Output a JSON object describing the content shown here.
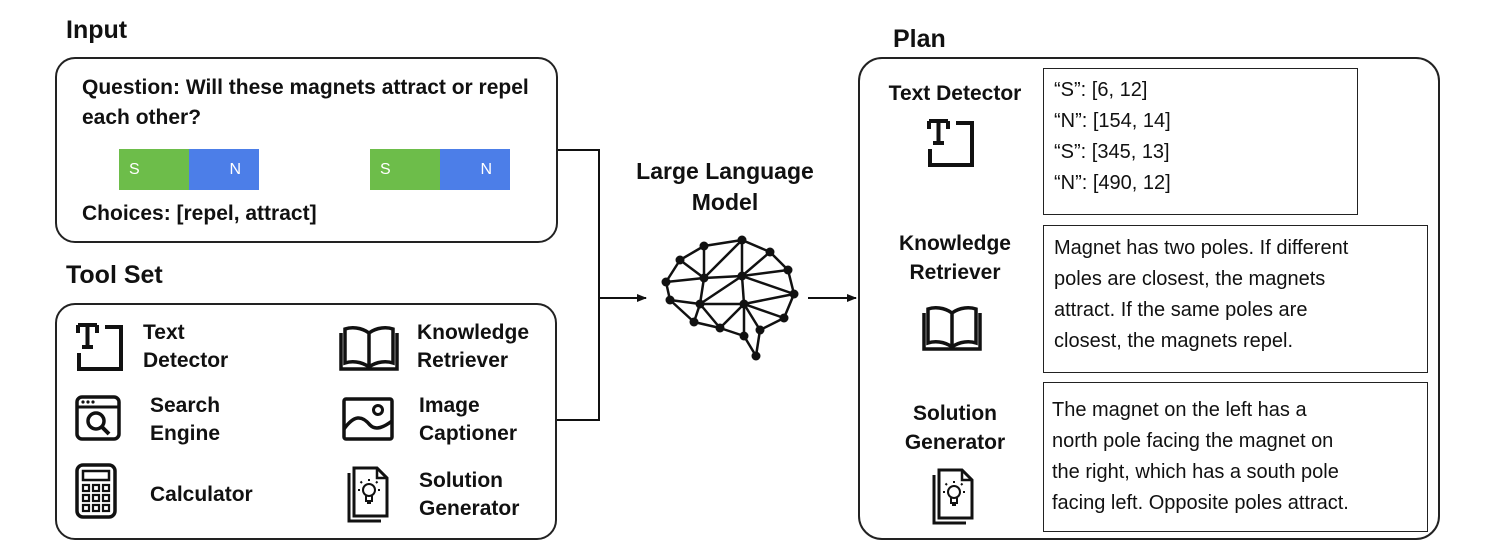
{
  "input": {
    "heading": "Input",
    "question": "Question: Will these magnets attract or repel each other?",
    "magnets": [
      {
        "left": "S",
        "right": "N"
      },
      {
        "left": "S",
        "right": "N"
      }
    ],
    "choices": "Choices: [repel, attract]",
    "colors": {
      "south": "#6dbd4a",
      "north": "#4c7ee8"
    }
  },
  "toolset": {
    "heading": "Tool Set",
    "tools": [
      {
        "line1": "Text",
        "line2": "Detector",
        "icon": "text-detector-icon"
      },
      {
        "line1": "Knowledge",
        "line2": "Retriever",
        "icon": "book-icon"
      },
      {
        "line1": "Search",
        "line2": "Engine",
        "icon": "search-engine-icon"
      },
      {
        "line1": "Image",
        "line2": "Captioner",
        "icon": "image-icon"
      },
      {
        "line1": "Calculator",
        "line2": "",
        "icon": "calculator-icon"
      },
      {
        "line1": "Solution",
        "line2": "Generator",
        "icon": "document-bulb-icon"
      }
    ]
  },
  "llm": {
    "line1": "Large Language",
    "line2": "Model",
    "icon": "brain-network-icon"
  },
  "plan": {
    "heading": "Plan",
    "steps": [
      {
        "label_line1": "Text Detector",
        "label_line2": "",
        "output": [
          "“S”: [6, 12]",
          "“N”: [154, 14]",
          "“S”: [345, 13]",
          "“N”: [490, 12]"
        ]
      },
      {
        "label_line1": "Knowledge",
        "label_line2": "Retriever",
        "output": [
          "Magnet has two poles. If different",
          "poles are closest, the magnets",
          "attract. If the same poles are",
          "closest, the magnets repel."
        ]
      },
      {
        "label_line1": "Solution",
        "label_line2": "Generator",
        "output": [
          "The magnet on the left has a",
          "north pole facing the magnet on",
          "the right, which has a south pole",
          "facing left. Opposite poles attract."
        ]
      }
    ]
  }
}
